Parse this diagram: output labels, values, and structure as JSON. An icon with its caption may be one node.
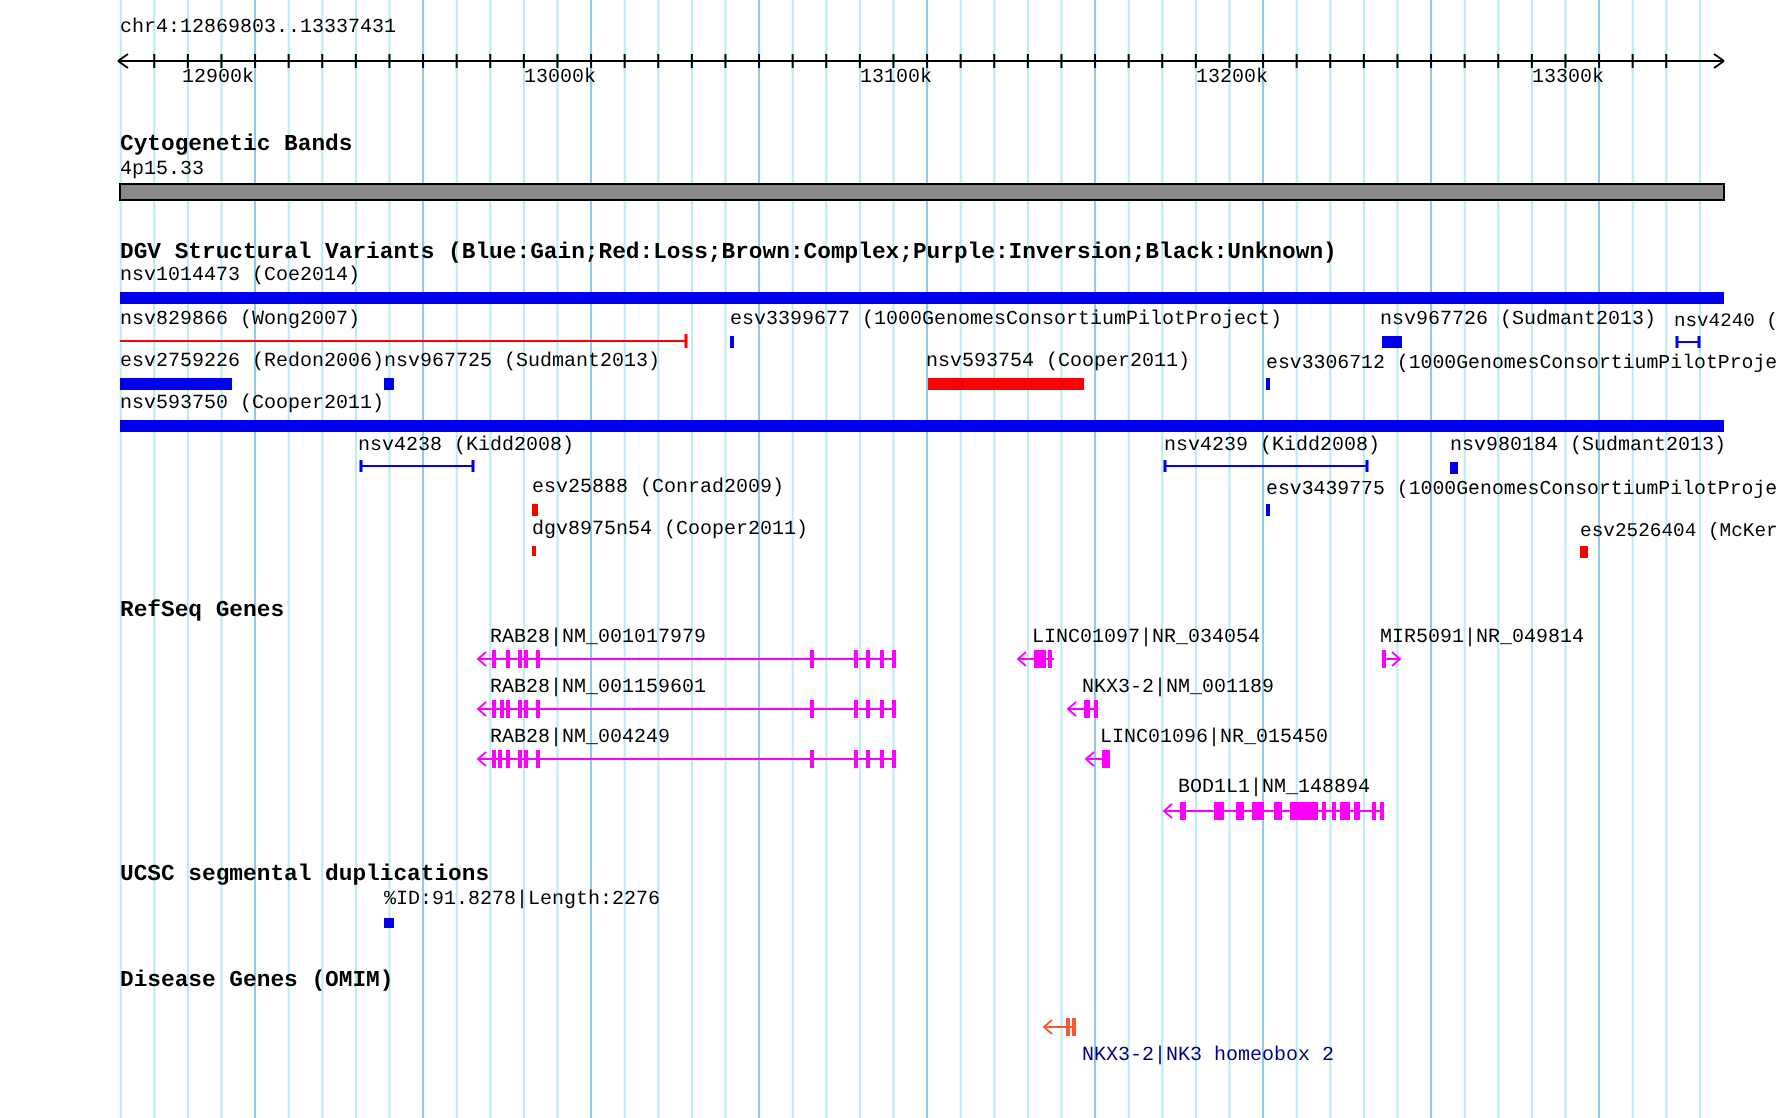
{
  "diagram": {
    "labels": [
      "chr4:12869803..13337431",
      "12900k",
      "13000k",
      "13100k",
      "13200k",
      "13300k",
      "Cytogenetic Bands",
      "4p15.33",
      "DGV Structural Variants (Blue:Gain;Red:Loss;Brown:Complex;Purple:Inversion;Black:Unknown)",
      "nsv1014473 (Coe2014)",
      "nsv829866 (Wong2007)",
      "esv3399677 (1000GenomesConsortiumPilotProject)",
      "nsv967726 (Sudmant2013)",
      "nsv4240 (",
      "esv2759226 (Redon2006)",
      "nsv967725 (Sudmant2013)",
      "nsv593754 (Cooper2011)",
      "esv3306712 (1000GenomesConsortiumPilotProje",
      "nsv593750 (Cooper2011)",
      "nsv4238 (Kidd2008)",
      "nsv4239 (Kidd2008)",
      "nsv980184 (Sudmant2013)",
      "esv25888 (Conrad2009)",
      "esv3439775 (1000GenomesConsortiumPilotProje",
      "dgv8975n54 (Cooper2011)",
      "esv2526404 (McKer",
      "RefSeq Genes",
      "RAB28|NM_001017979",
      "LINC01097|NR_034054",
      "MIR5091|NR_049814",
      "RAB28|NM_001159601",
      "NKX3-2|NM_001189",
      "RAB28|NM_004249",
      "LINC01096|NR_015450",
      "BOD1L1|NM_148894",
      "UCSC segmental duplications",
      "%ID:91.8278|Length:2276",
      "Disease Genes (OMIM)",
      "NKX3-2|NK3 homeobox 2"
    ]
  }
}
